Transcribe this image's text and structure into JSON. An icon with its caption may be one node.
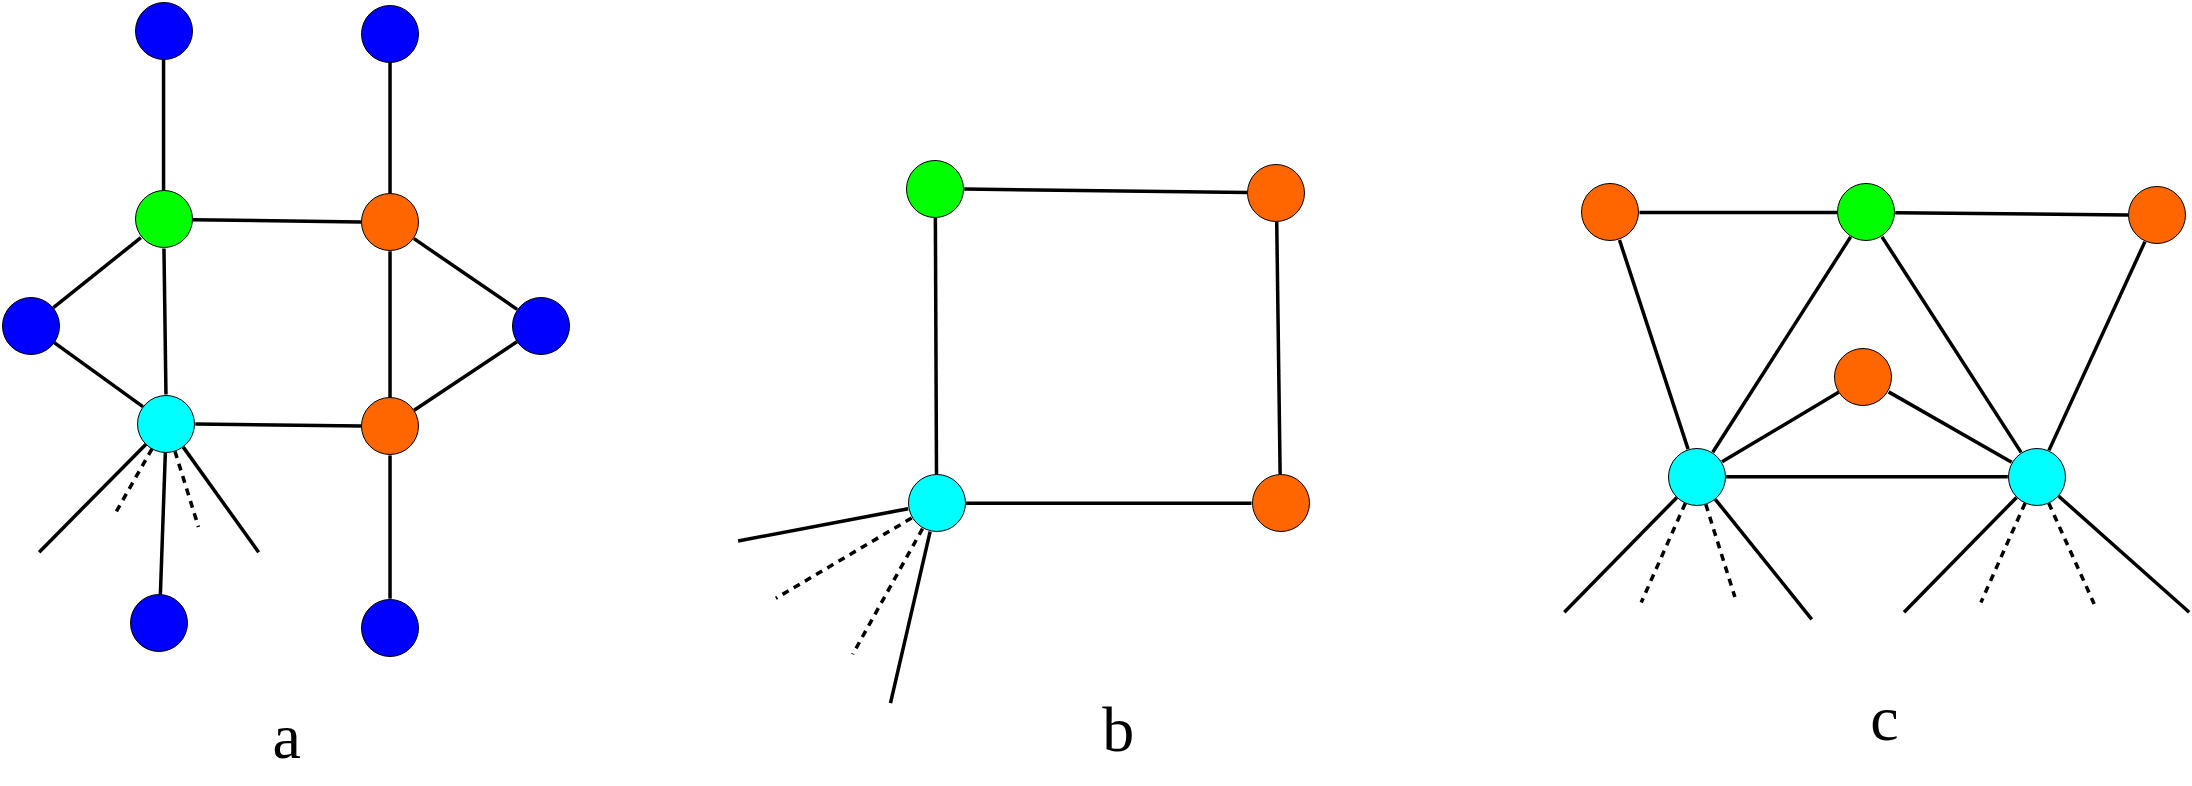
{
  "diagram": {
    "nodes": [
      {
        "text": [],
        "shape": "circle"
      },
      {
        "text": [],
        "shape": "circle"
      },
      {
        "text": [],
        "shape": "circle"
      },
      {
        "text": [],
        "shape": "circle"
      },
      {
        "text": [],
        "shape": "circle"
      },
      {
        "text": [],
        "shape": "circle"
      },
      {
        "text": [],
        "shape": "circle"
      },
      {
        "text": [],
        "shape": "circle"
      },
      {
        "text": [],
        "shape": "circle"
      },
      {
        "text": [],
        "shape": "circle"
      },
      {
        "text": [],
        "shape": "circle"
      },
      {
        "text": [],
        "shape": "circle"
      },
      {
        "text": [],
        "shape": "circle"
      },
      {
        "text": [],
        "shape": "circle"
      },
      {
        "text": [],
        "shape": "circle"
      },
      {
        "text": [],
        "shape": "circle"
      },
      {
        "text": [],
        "shape": "circle"
      },
      {
        "text": [],
        "shape": "circle"
      },
      {
        "text": [],
        "shape": "circle"
      },
      {
        "text": [],
        "shape": "circle"
      }
    ],
    "edges": [
      {
        "from": 0,
        "to": 2,
        "arrow": "none"
      },
      {
        "from": 1,
        "to": 3,
        "arrow": "none"
      },
      {
        "from": 2,
        "to": 3,
        "arrow": "none"
      },
      {
        "from": 2,
        "to": 4,
        "arrow": "none"
      },
      {
        "from": 2,
        "to": 6,
        "arrow": "none"
      },
      {
        "from": 4,
        "to": 6,
        "arrow": "none"
      },
      {
        "from": 3,
        "to": 5,
        "arrow": "none"
      },
      {
        "from": 3,
        "to": 7,
        "arrow": "none"
      },
      {
        "from": 5,
        "to": 7,
        "arrow": "none"
      },
      {
        "from": 6,
        "to": 7,
        "arrow": "none"
      },
      {
        "from": 6,
        "to": 8,
        "arrow": "none"
      },
      {
        "from": 7,
        "to": 9,
        "arrow": "none"
      },
      {
        "from": 6,
        "to": null,
        "arrow": "none"
      },
      {
        "from": 6,
        "to": null,
        "arrow": "none",
        "style": "dashed"
      },
      {
        "from": 6,
        "to": null,
        "arrow": "none",
        "style": "dashed"
      },
      {
        "from": 6,
        "to": null,
        "arrow": "none"
      },
      {
        "from": 10,
        "to": 11,
        "arrow": "none"
      },
      {
        "from": 10,
        "to": 12,
        "arrow": "none"
      },
      {
        "from": 11,
        "to": 13,
        "arrow": "none"
      },
      {
        "from": 12,
        "to": 13,
        "arrow": "none"
      },
      {
        "from": 12,
        "to": null,
        "arrow": "none"
      },
      {
        "from": 12,
        "to": null,
        "arrow": "none",
        "style": "dashed"
      },
      {
        "from": 12,
        "to": null,
        "arrow": "none",
        "style": "dashed"
      },
      {
        "from": 12,
        "to": null,
        "arrow": "none"
      },
      {
        "from": 14,
        "to": 15,
        "arrow": "none"
      },
      {
        "from": 15,
        "to": 16,
        "arrow": "none"
      },
      {
        "from": 14,
        "to": 18,
        "arrow": "none"
      },
      {
        "from": 15,
        "to": 18,
        "arrow": "none"
      },
      {
        "from": 15,
        "to": 19,
        "arrow": "none"
      },
      {
        "from": 16,
        "to": 19,
        "arrow": "none"
      },
      {
        "from": 17,
        "to": 18,
        "arrow": "none"
      },
      {
        "from": 17,
        "to": 19,
        "arrow": "none"
      },
      {
        "from": 18,
        "to": 19,
        "arrow": "none"
      },
      {
        "from": 18,
        "to": null,
        "arrow": "none"
      },
      {
        "from": 18,
        "to": null,
        "arrow": "none",
        "style": "dashed"
      },
      {
        "from": 18,
        "to": null,
        "arrow": "none",
        "style": "dashed"
      },
      {
        "from": 18,
        "to": null,
        "arrow": "none"
      },
      {
        "from": 19,
        "to": null,
        "arrow": "none"
      },
      {
        "from": 19,
        "to": null,
        "arrow": "none",
        "style": "dashed"
      },
      {
        "from": 19,
        "to": null,
        "arrow": "none",
        "style": "dashed"
      },
      {
        "from": 19,
        "to": null,
        "arrow": "none"
      }
    ],
    "labels": [
      "a",
      "b",
      "c"
    ]
  }
}
